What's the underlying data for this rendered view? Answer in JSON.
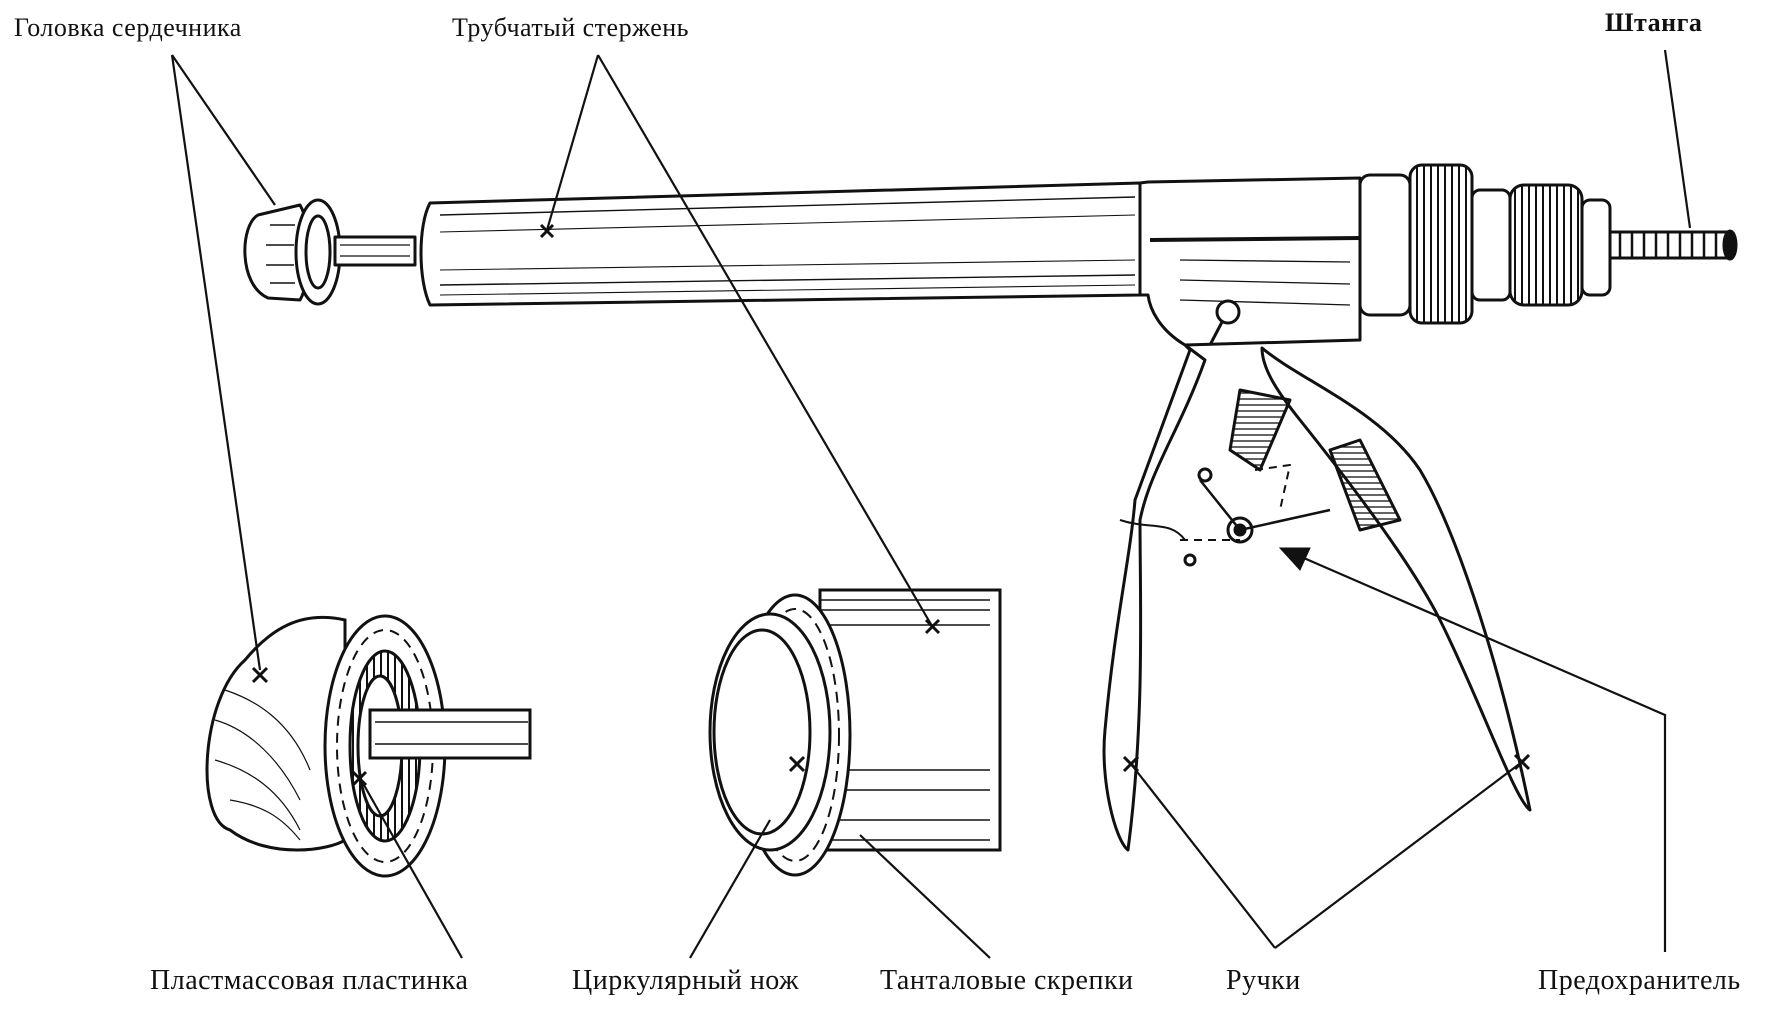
{
  "labels": {
    "core_head": "Головка сердечника",
    "tubular_rod": "Трубчатый стержень",
    "bar": "Штанга",
    "plastic_plate": "Пластмассовая пластинка",
    "circular_knife": "Циркулярный нож",
    "tantalum_clips": "Танталовые скрепки",
    "handles": "Ручки",
    "safety_catch": "Предохранитель"
  }
}
